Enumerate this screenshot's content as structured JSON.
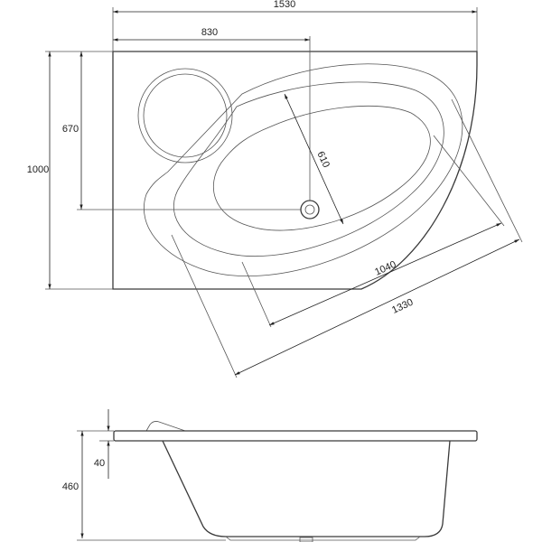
{
  "drawing": {
    "top_view": {
      "overall_length": "1530",
      "drain_offset_x": "830",
      "overall_width": "1000",
      "drain_offset_y": "670",
      "basin_width": "610",
      "basin_length": "1040",
      "diagonal_length": "1330"
    },
    "side_view": {
      "height": "460",
      "rim_thickness": "40"
    }
  }
}
